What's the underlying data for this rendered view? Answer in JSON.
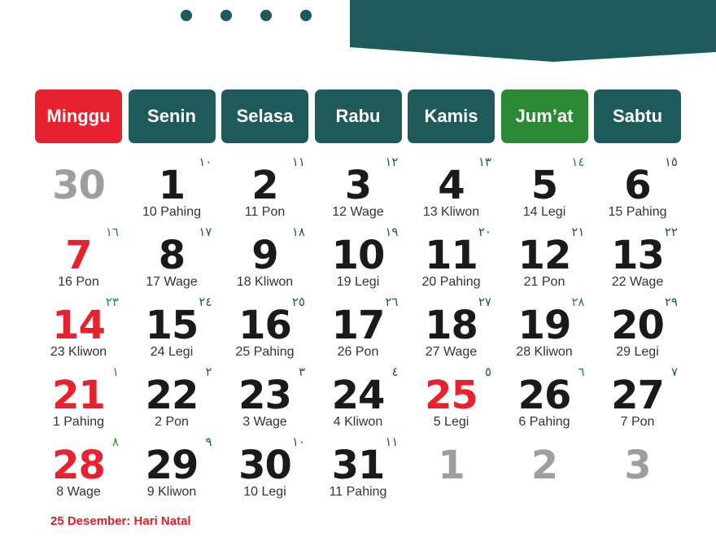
{
  "colors": {
    "header_teal": "#1f5a5a",
    "sunday_red": "#e8212e",
    "friday_green": "#2a8a35",
    "date_black": "#1a1a1a",
    "muted_gray": "#9e9e9e",
    "holiday_red": "#e0202a"
  },
  "weekdays": [
    {
      "label": "Minggu",
      "color": "#e8212e"
    },
    {
      "label": "Senin",
      "color": "#1f5a5a"
    },
    {
      "label": "Selasa",
      "color": "#1f5a5a"
    },
    {
      "label": "Rabu",
      "color": "#1f5a5a"
    },
    {
      "label": "Kamis",
      "color": "#1f5a5a"
    },
    {
      "label": "Jum’at",
      "color": "#2a8a35"
    },
    {
      "label": "Sabtu",
      "color": "#1f5a5a"
    }
  ],
  "weeks": [
    [
      {
        "day": "30",
        "jav": "",
        "hijri": "",
        "style": "muted"
      },
      {
        "day": "1",
        "jav": "10 Pahing",
        "hijri": "١٠",
        "style": "normal"
      },
      {
        "day": "2",
        "jav": "11 Pon",
        "hijri": "١١",
        "style": "normal"
      },
      {
        "day": "3",
        "jav": "12 Wage",
        "hijri": "١٢",
        "style": "normal"
      },
      {
        "day": "4",
        "jav": "13 Kliwon",
        "hijri": "١٣",
        "style": "normal"
      },
      {
        "day": "5",
        "jav": "14 Legi",
        "hijri": "١٤",
        "style": "normal",
        "hijri_color": "#2a8a35"
      },
      {
        "day": "6",
        "jav": "15 Pahing",
        "hijri": "١٥",
        "style": "normal"
      }
    ],
    [
      {
        "day": "7",
        "jav": "16 Pon",
        "hijri": "١٦",
        "style": "red",
        "hijri_color": "#2a8a35"
      },
      {
        "day": "8",
        "jav": "17 Wage",
        "hijri": "١٧",
        "style": "normal"
      },
      {
        "day": "9",
        "jav": "18 Kliwon",
        "hijri": "١٨",
        "style": "normal"
      },
      {
        "day": "10",
        "jav": "19 Legi",
        "hijri": "١٩",
        "style": "normal"
      },
      {
        "day": "11",
        "jav": "20 Pahing",
        "hijri": "٢٠",
        "style": "normal"
      },
      {
        "day": "12",
        "jav": "21 Pon",
        "hijri": "٢١",
        "style": "normal"
      },
      {
        "day": "13",
        "jav": "22 Wage",
        "hijri": "٢٢",
        "style": "normal"
      }
    ],
    [
      {
        "day": "14",
        "jav": "23 Kliwon",
        "hijri": "٢٣",
        "style": "red",
        "hijri_color": "#2a8a35"
      },
      {
        "day": "15",
        "jav": "24 Legi",
        "hijri": "٢٤",
        "style": "normal"
      },
      {
        "day": "16",
        "jav": "25 Pahing",
        "hijri": "٢٥",
        "style": "normal"
      },
      {
        "day": "17",
        "jav": "26 Pon",
        "hijri": "٢٦",
        "style": "normal"
      },
      {
        "day": "18",
        "jav": "27 Wage",
        "hijri": "٢٧",
        "style": "normal"
      },
      {
        "day": "19",
        "jav": "28 Kliwon",
        "hijri": "٢٨",
        "style": "normal",
        "hijri_color": "#2a8a35"
      },
      {
        "day": "20",
        "jav": "29 Legi",
        "hijri": "٢٩",
        "style": "normal"
      }
    ],
    [
      {
        "day": "21",
        "jav": "1 Pahing",
        "hijri": "١",
        "style": "red",
        "hijri_color": "#2a8a35"
      },
      {
        "day": "22",
        "jav": "2 Pon",
        "hijri": "٢",
        "style": "normal"
      },
      {
        "day": "23",
        "jav": "3 Wage",
        "hijri": "٣",
        "style": "normal"
      },
      {
        "day": "24",
        "jav": "4 Kliwon",
        "hijri": "٤",
        "style": "normal"
      },
      {
        "day": "25",
        "jav": "5 Legi",
        "hijri": "٥",
        "style": "red"
      },
      {
        "day": "26",
        "jav": "6 Pahing",
        "hijri": "٦",
        "style": "normal",
        "hijri_color": "#2a8a35"
      },
      {
        "day": "27",
        "jav": "7 Pon",
        "hijri": "٧",
        "style": "normal"
      }
    ],
    [
      {
        "day": "28",
        "jav": "8 Wage",
        "hijri": "٨",
        "style": "red",
        "hijri_color": "#2a8a35"
      },
      {
        "day": "29",
        "jav": "9 Kliwon",
        "hijri": "٩",
        "style": "normal"
      },
      {
        "day": "30",
        "jav": "10 Legi",
        "hijri": "١٠",
        "style": "normal"
      },
      {
        "day": "31",
        "jav": "11 Pahing",
        "hijri": "١١",
        "style": "normal"
      },
      {
        "day": "1",
        "jav": "",
        "hijri": "",
        "style": "muted"
      },
      {
        "day": "2",
        "jav": "",
        "hijri": "",
        "style": "muted"
      },
      {
        "day": "3",
        "jav": "",
        "hijri": "",
        "style": "muted"
      }
    ]
  ],
  "holiday_note": "25 Desember: Hari Natal"
}
